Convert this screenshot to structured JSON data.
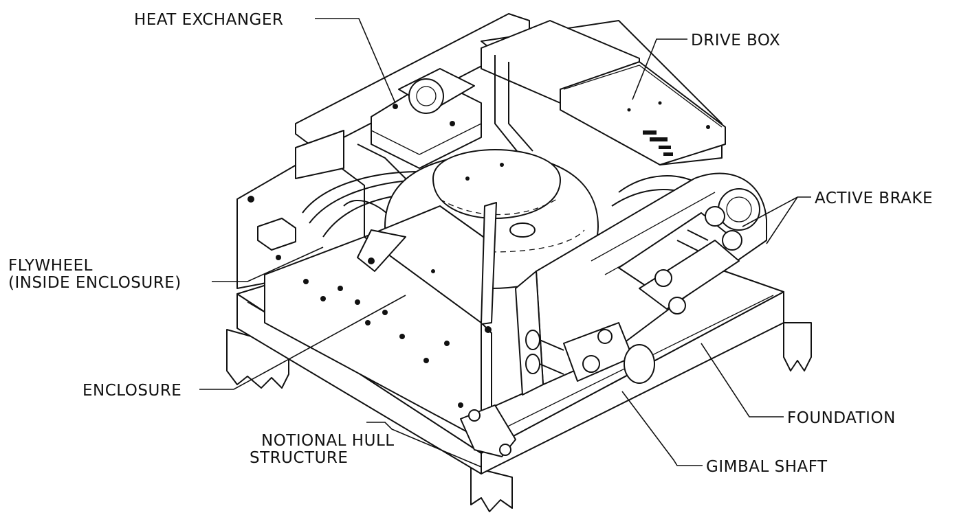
{
  "diagram": {
    "labels": {
      "heat_exchanger": "HEAT EXCHANGER",
      "drive_box": "DRIVE BOX",
      "active_brake": "ACTIVE BRAKE",
      "flywheel_line1": "FLYWHEEL",
      "flywheel_line2": "(INSIDE ENCLOSURE)",
      "enclosure": "ENCLOSURE",
      "notional_hull_line1": "NOTIONAL HULL",
      "notional_hull_line2": "STRUCTURE",
      "foundation": "FOUNDATION",
      "gimbal_shaft": "GIMBAL SHAFT"
    },
    "colors": {
      "line": "#111111",
      "background": "#ffffff"
    }
  }
}
